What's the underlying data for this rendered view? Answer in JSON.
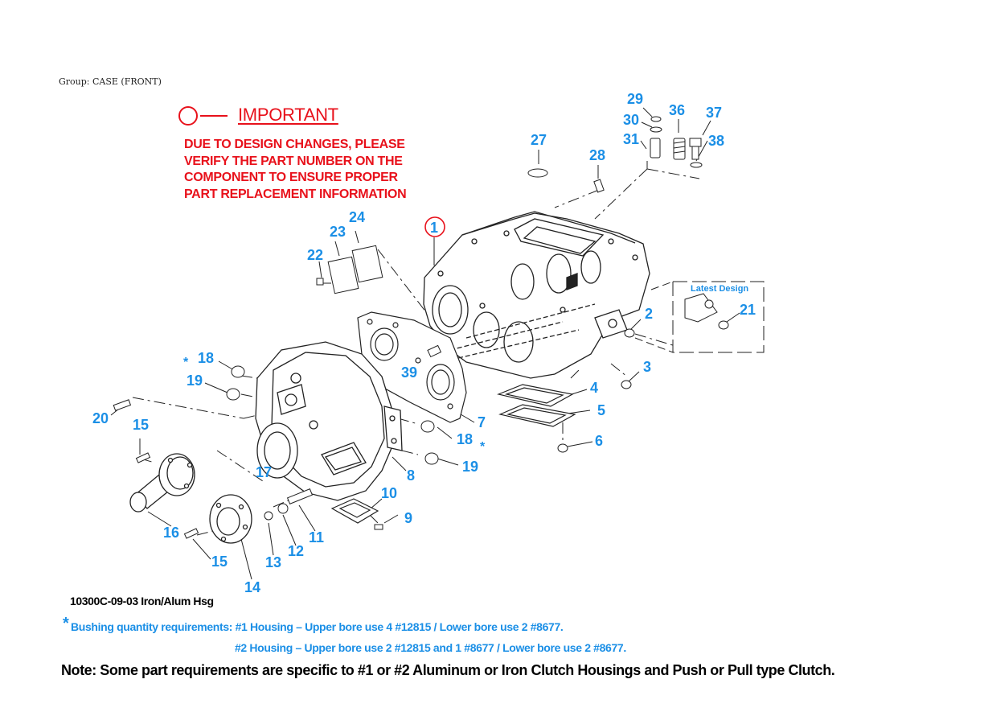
{
  "group_label": "Group: CASE (FRONT)",
  "important": {
    "title": "IMPORTANT",
    "lines": [
      "DUE TO DESIGN CHANGES, PLEASE",
      "VERIFY THE PART NUMBER ON THE",
      "COMPONENT TO ENSURE PROPER",
      "PART REPLACEMENT INFORMATION"
    ],
    "accent_color": "#e8111b"
  },
  "callout_color": "#1b8fe6",
  "callouts": [
    {
      "id": "c1",
      "text": "1",
      "circled": true
    },
    {
      "id": "c2",
      "text": "2"
    },
    {
      "id": "c3",
      "text": "3"
    },
    {
      "id": "c4",
      "text": "4"
    },
    {
      "id": "c5",
      "text": "5"
    },
    {
      "id": "c6",
      "text": "6"
    },
    {
      "id": "c7",
      "text": "7"
    },
    {
      "id": "c8",
      "text": "8"
    },
    {
      "id": "c9",
      "text": "9"
    },
    {
      "id": "c10",
      "text": "10"
    },
    {
      "id": "c11",
      "text": "11"
    },
    {
      "id": "c12",
      "text": "12"
    },
    {
      "id": "c13",
      "text": "13"
    },
    {
      "id": "c14",
      "text": "14"
    },
    {
      "id": "c15a",
      "text": "15"
    },
    {
      "id": "c15b",
      "text": "15"
    },
    {
      "id": "c16",
      "text": "16"
    },
    {
      "id": "c17",
      "text": "17"
    },
    {
      "id": "c18a",
      "text": "18"
    },
    {
      "id": "c18b",
      "text": "18"
    },
    {
      "id": "c19a",
      "text": "19"
    },
    {
      "id": "c19b",
      "text": "19"
    },
    {
      "id": "c20",
      "text": "20"
    },
    {
      "id": "c21",
      "text": "21"
    },
    {
      "id": "c22",
      "text": "22"
    },
    {
      "id": "c23",
      "text": "23"
    },
    {
      "id": "c24",
      "text": "24"
    },
    {
      "id": "c27",
      "text": "27"
    },
    {
      "id": "c28",
      "text": "28"
    },
    {
      "id": "c29",
      "text": "29"
    },
    {
      "id": "c30",
      "text": "30"
    },
    {
      "id": "c31",
      "text": "31"
    },
    {
      "id": "c36",
      "text": "36"
    },
    {
      "id": "c37",
      "text": "37"
    },
    {
      "id": "c38",
      "text": "38"
    },
    {
      "id": "c39",
      "text": "39"
    }
  ],
  "asterisk": "*",
  "latest_design_label": "Latest Design",
  "caption": "10300C-09-03 Iron/Alum Hsg",
  "bushing_note": {
    "line1": "Bushing quantity requirements: #1 Housing – Upper bore use 4 #12815  /  Lower bore use 2 #8677.",
    "line2": "#2 Housing – Upper bore use 2 #12815 and 1 #8677  /  Lower bore use 2 #8677."
  },
  "note": "Note: Some part requirements are specific to #1 or #2 Aluminum or Iron Clutch Housings and Push or Pull type Clutch."
}
